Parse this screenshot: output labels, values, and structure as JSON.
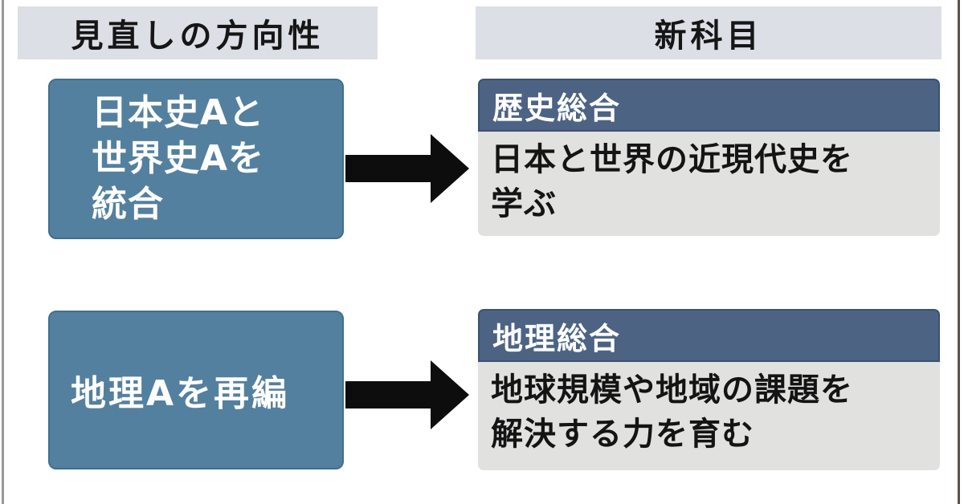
{
  "headers": {
    "left": "見直しの方向性",
    "right": "新科目"
  },
  "rows": [
    {
      "source_lines": [
        "日本史Aと",
        "世界史Aを",
        "統合"
      ],
      "subject": "歴史総合",
      "description_lines": [
        "日本と世界の近現代史を",
        "学ぶ"
      ]
    },
    {
      "source_lines": [
        "地理Aを再編"
      ],
      "subject": "地理総合",
      "description_lines": [
        "地球規模や地域の課題を",
        "解決する力を育む"
      ]
    }
  ],
  "colors": {
    "column_header_bg": "#dcdfe5",
    "source_box": "#54809f",
    "source_box_border": "#3f6f8e",
    "subject_header": "#4c6384",
    "description_bg": "#e1e1e0",
    "arrow": "#0d0d0d",
    "text_dark": "#141414",
    "text_white": "#ffffff"
  }
}
